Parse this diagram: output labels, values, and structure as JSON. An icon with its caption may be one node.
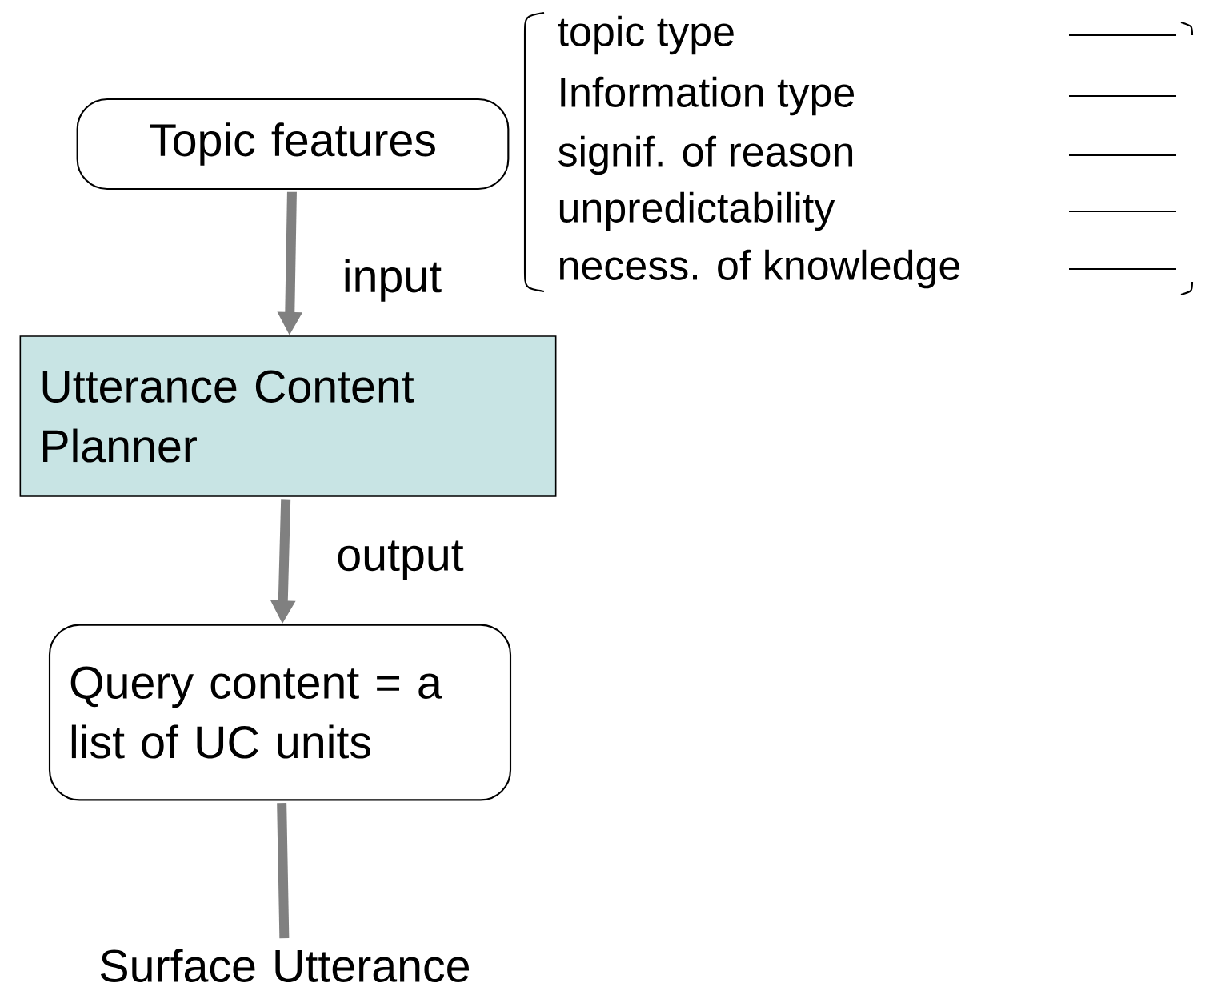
{
  "diagram": {
    "nodes": [
      {
        "text": [
          "Topic features"
        ]
      },
      {
        "text": [
          "Utterance Content Planner"
        ]
      },
      {
        "text": [
          "Query content = a list of UC units"
        ]
      },
      {
        "text": [
          "Surface Utterance"
        ]
      }
    ],
    "edges": [
      {
        "from": 0,
        "to": 1,
        "arrow": "to",
        "label": "input"
      },
      {
        "from": 1,
        "to": 2,
        "arrow": "to",
        "label": "output"
      },
      {
        "from": 2,
        "to": 3,
        "arrow": "none"
      }
    ],
    "labels": [
      "topic type",
      "Information type",
      "signif. of reason",
      "unpredictability",
      "necess. of knowledge"
    ]
  }
}
